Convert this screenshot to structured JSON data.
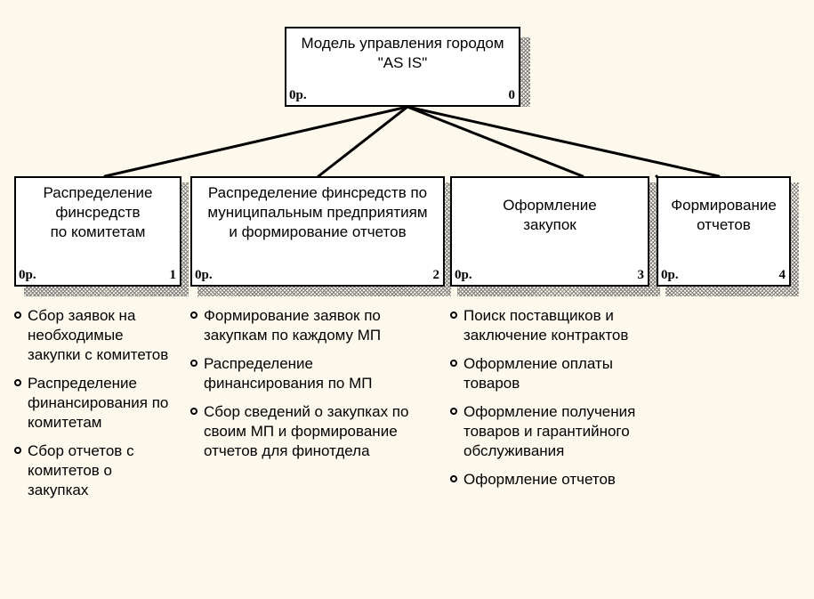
{
  "diagram": {
    "root": {
      "title": "Модель управления городом\n\"AS IS\"",
      "code": "0р.",
      "number": "0"
    },
    "children": [
      {
        "title": "Распределение\nфинсредств\nпо комитетам",
        "code": "0р.",
        "number": "1"
      },
      {
        "title": "Распределение финсредств по\nмуниципальным предприятиям\nи формирование отчетов",
        "code": "0р.",
        "number": "2"
      },
      {
        "title": "Оформление\nзакупок",
        "code": "0р.",
        "number": "3"
      },
      {
        "title": "Формирование\nотчетов",
        "code": "0р.",
        "number": "4"
      }
    ]
  },
  "lists": [
    {
      "items": [
        "Сбор заявок  на\nнеобходимые\nзакупки с комитетов",
        "Распределение\nфинансирования  по\nкомитетам",
        "Сбор отчетов с\nкомитетов о\nзакупках"
      ]
    },
    {
      "items": [
        "Формирование  заявок по\nзакупкам по каждому МП",
        "Распределение\nфинансирования по МП",
        "Сбор сведений о закупках  по\nсвоим МП и формирование\nотчетов для финотдела"
      ]
    },
    {
      "items": [
        "Поиск поставщиков  и\nзаключение  контрактов",
        "Оформление оплаты\nтоваров",
        "Оформление получения\nтоваров и гарантийного\nобслуживания",
        "Оформление  отчетов"
      ]
    }
  ]
}
